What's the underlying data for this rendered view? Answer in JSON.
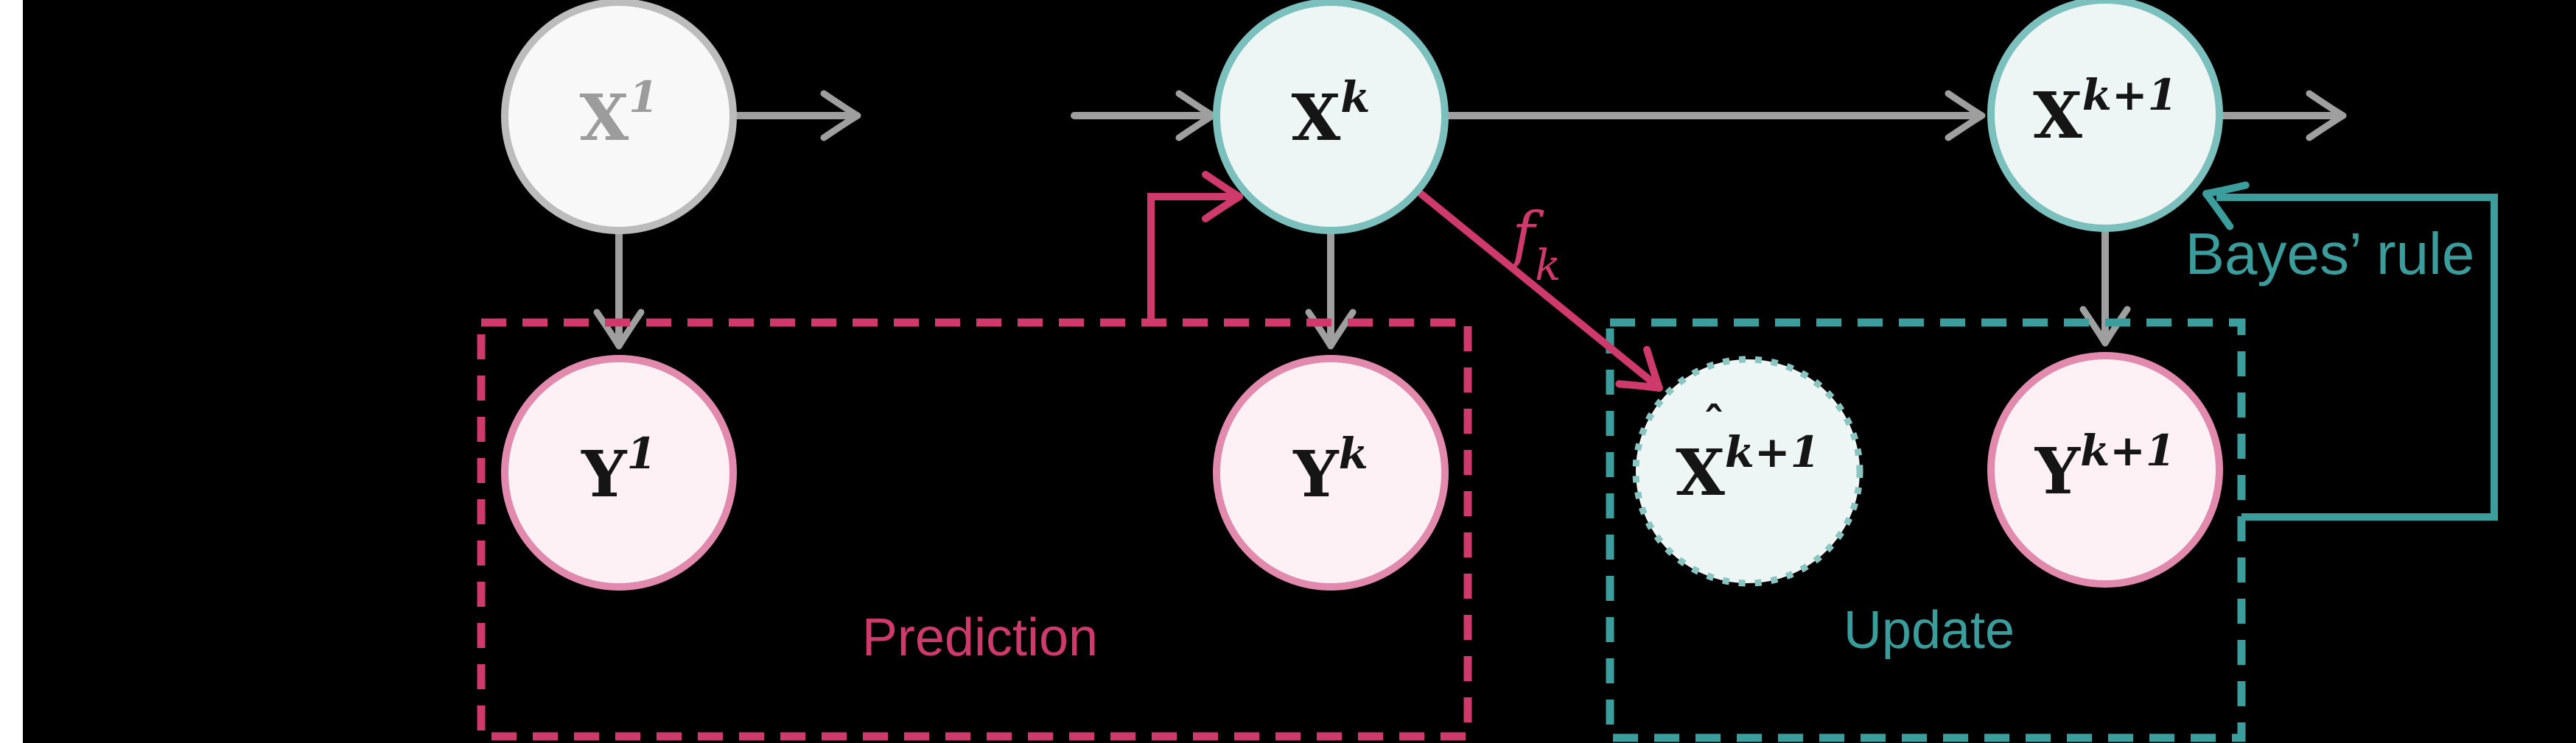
{
  "background": "#000000",
  "window": {
    "left_edge_strip_color": "#ffffff"
  },
  "colors": {
    "gray_arrow": "#9f9f9f",
    "gray_node_border": "#bcbcbc",
    "gray_node_fill": "#f8f8f8",
    "gray_node_text": "#9c9c9c",
    "teal_node_border": "#7cc0bd",
    "teal_node_fill": "#eef6f5",
    "teal_dotted_border": "#8ac5c2",
    "teal_accent": "#3b9d9c",
    "pink_node_border": "#e18aae",
    "pink_node_fill": "#fdf1f6",
    "crimson_accent": "#ce3a6b",
    "node_text": "#151515"
  },
  "nodes": {
    "x1": {
      "base": "X",
      "sup": "1"
    },
    "xk": {
      "base": "X",
      "sup": "k"
    },
    "xk1": {
      "base": "X",
      "sup": "k+1"
    },
    "y1": {
      "base": "Y",
      "sup": "1"
    },
    "yk": {
      "base": "Y",
      "sup": "k"
    },
    "yk1": {
      "base": "Y",
      "sup": "k+1"
    },
    "xhat": {
      "hat": "ˆ",
      "base": "X",
      "sup": "k+1"
    }
  },
  "labels": {
    "prediction": "Prediction",
    "update": "Update",
    "bayes_rule": "Bayes’ rule",
    "f_base": "f",
    "f_sub": "k"
  },
  "edges": [
    {
      "from": "x1",
      "to": "right",
      "style": "gray-arrow"
    },
    {
      "from": "left",
      "to": "xk",
      "style": "gray-arrow"
    },
    {
      "from": "xk",
      "to": "xk1",
      "style": "gray-arrow"
    },
    {
      "from": "xk1",
      "to": "right",
      "style": "gray-arrow"
    },
    {
      "from": "x1",
      "to": "y1",
      "style": "gray-arrow"
    },
    {
      "from": "xk",
      "to": "yk",
      "style": "gray-arrow"
    },
    {
      "from": "xk1",
      "to": "yk1",
      "style": "gray-arrow"
    },
    {
      "from": "prediction-box",
      "to": "xk",
      "style": "crimson-arrow"
    },
    {
      "from": "xk",
      "to": "xhat",
      "style": "crimson-arrow",
      "label": "f_k"
    },
    {
      "from": "update-box",
      "to": "xk1",
      "style": "teal-arrow",
      "label": "Bayes’ rule"
    }
  ]
}
